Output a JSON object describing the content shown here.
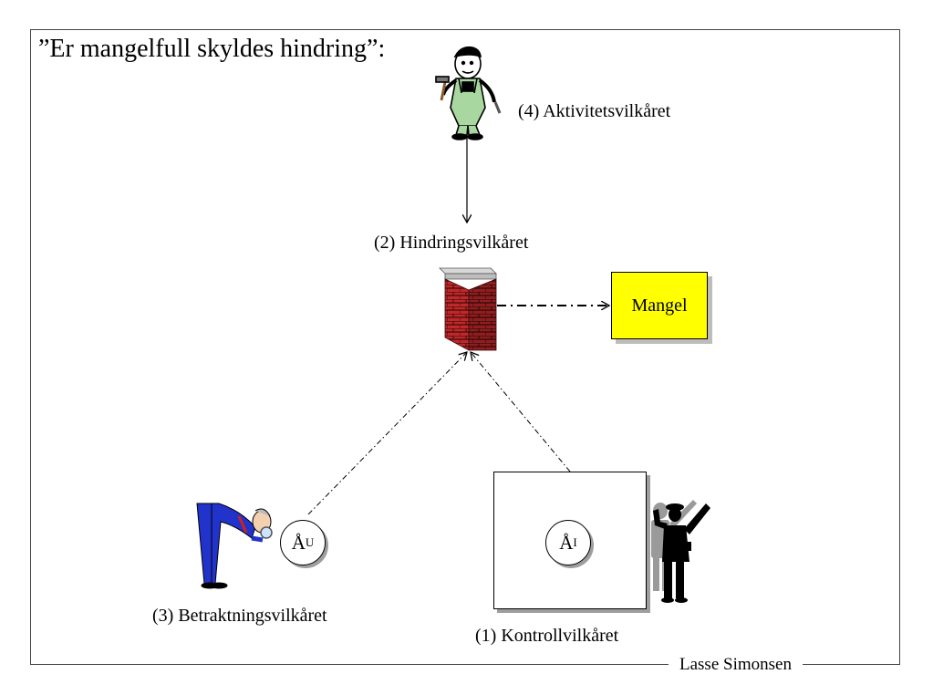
{
  "title": "”Er mangelfull skyldes hindring”:",
  "labels": {
    "activity": "(4) Aktivitetsvilkåret",
    "hindring": "(2) Hindringsvilkåret",
    "betraktning": "(3) Betraktningsvilkåret",
    "kontroll": "(1) Kontrollvilkåret"
  },
  "mangel": "Mangel",
  "circles": {
    "u": {
      "base": "Å",
      "sub": "U"
    },
    "i": {
      "base": "Å",
      "sub": "I"
    }
  },
  "footer": "Lasse Simonsen",
  "colors": {
    "mangel_fill": "#ffff00",
    "brick": "#c0282a",
    "worker_overalls": "#a8d8a0",
    "inspector_suit": "#2233cc"
  }
}
